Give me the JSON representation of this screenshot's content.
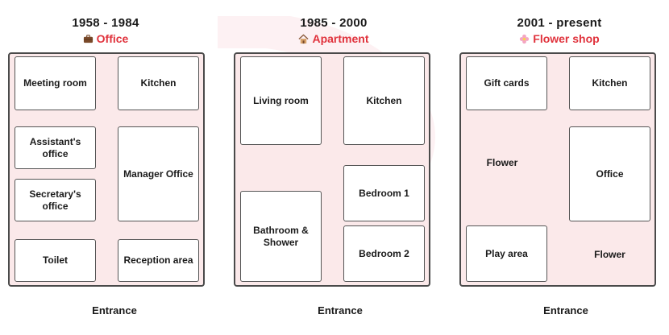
{
  "plans": [
    {
      "period": "1958 - 1984",
      "use": "Office",
      "icon": "briefcase-icon",
      "rooms": [
        "Meeting room",
        "Kitchen",
        "Assistant's office",
        "Manager Office",
        "Secretary's office",
        "Toilet",
        "Reception area"
      ],
      "entrance": "Entrance"
    },
    {
      "period": "1985 - 2000",
      "use": "Apartment",
      "icon": "house-icon",
      "rooms": [
        "Living room",
        "Kitchen",
        "Bedroom 1",
        "Bathroom & Shower",
        "Bedroom 2"
      ],
      "entrance": "Entrance"
    },
    {
      "period": "2001 - present",
      "use": "Flower shop",
      "icon": "flower-icon",
      "rooms": [
        "Gift cards",
        "Kitchen",
        "Office",
        "Play area"
      ],
      "open_areas": [
        "Flower",
        "Flower"
      ],
      "entrance": "Entrance"
    }
  ],
  "colors": {
    "accent": "#e0323c",
    "floor": "#fbe9ea",
    "room_fill": "#ffffff",
    "wall": "#4a4a4a"
  }
}
